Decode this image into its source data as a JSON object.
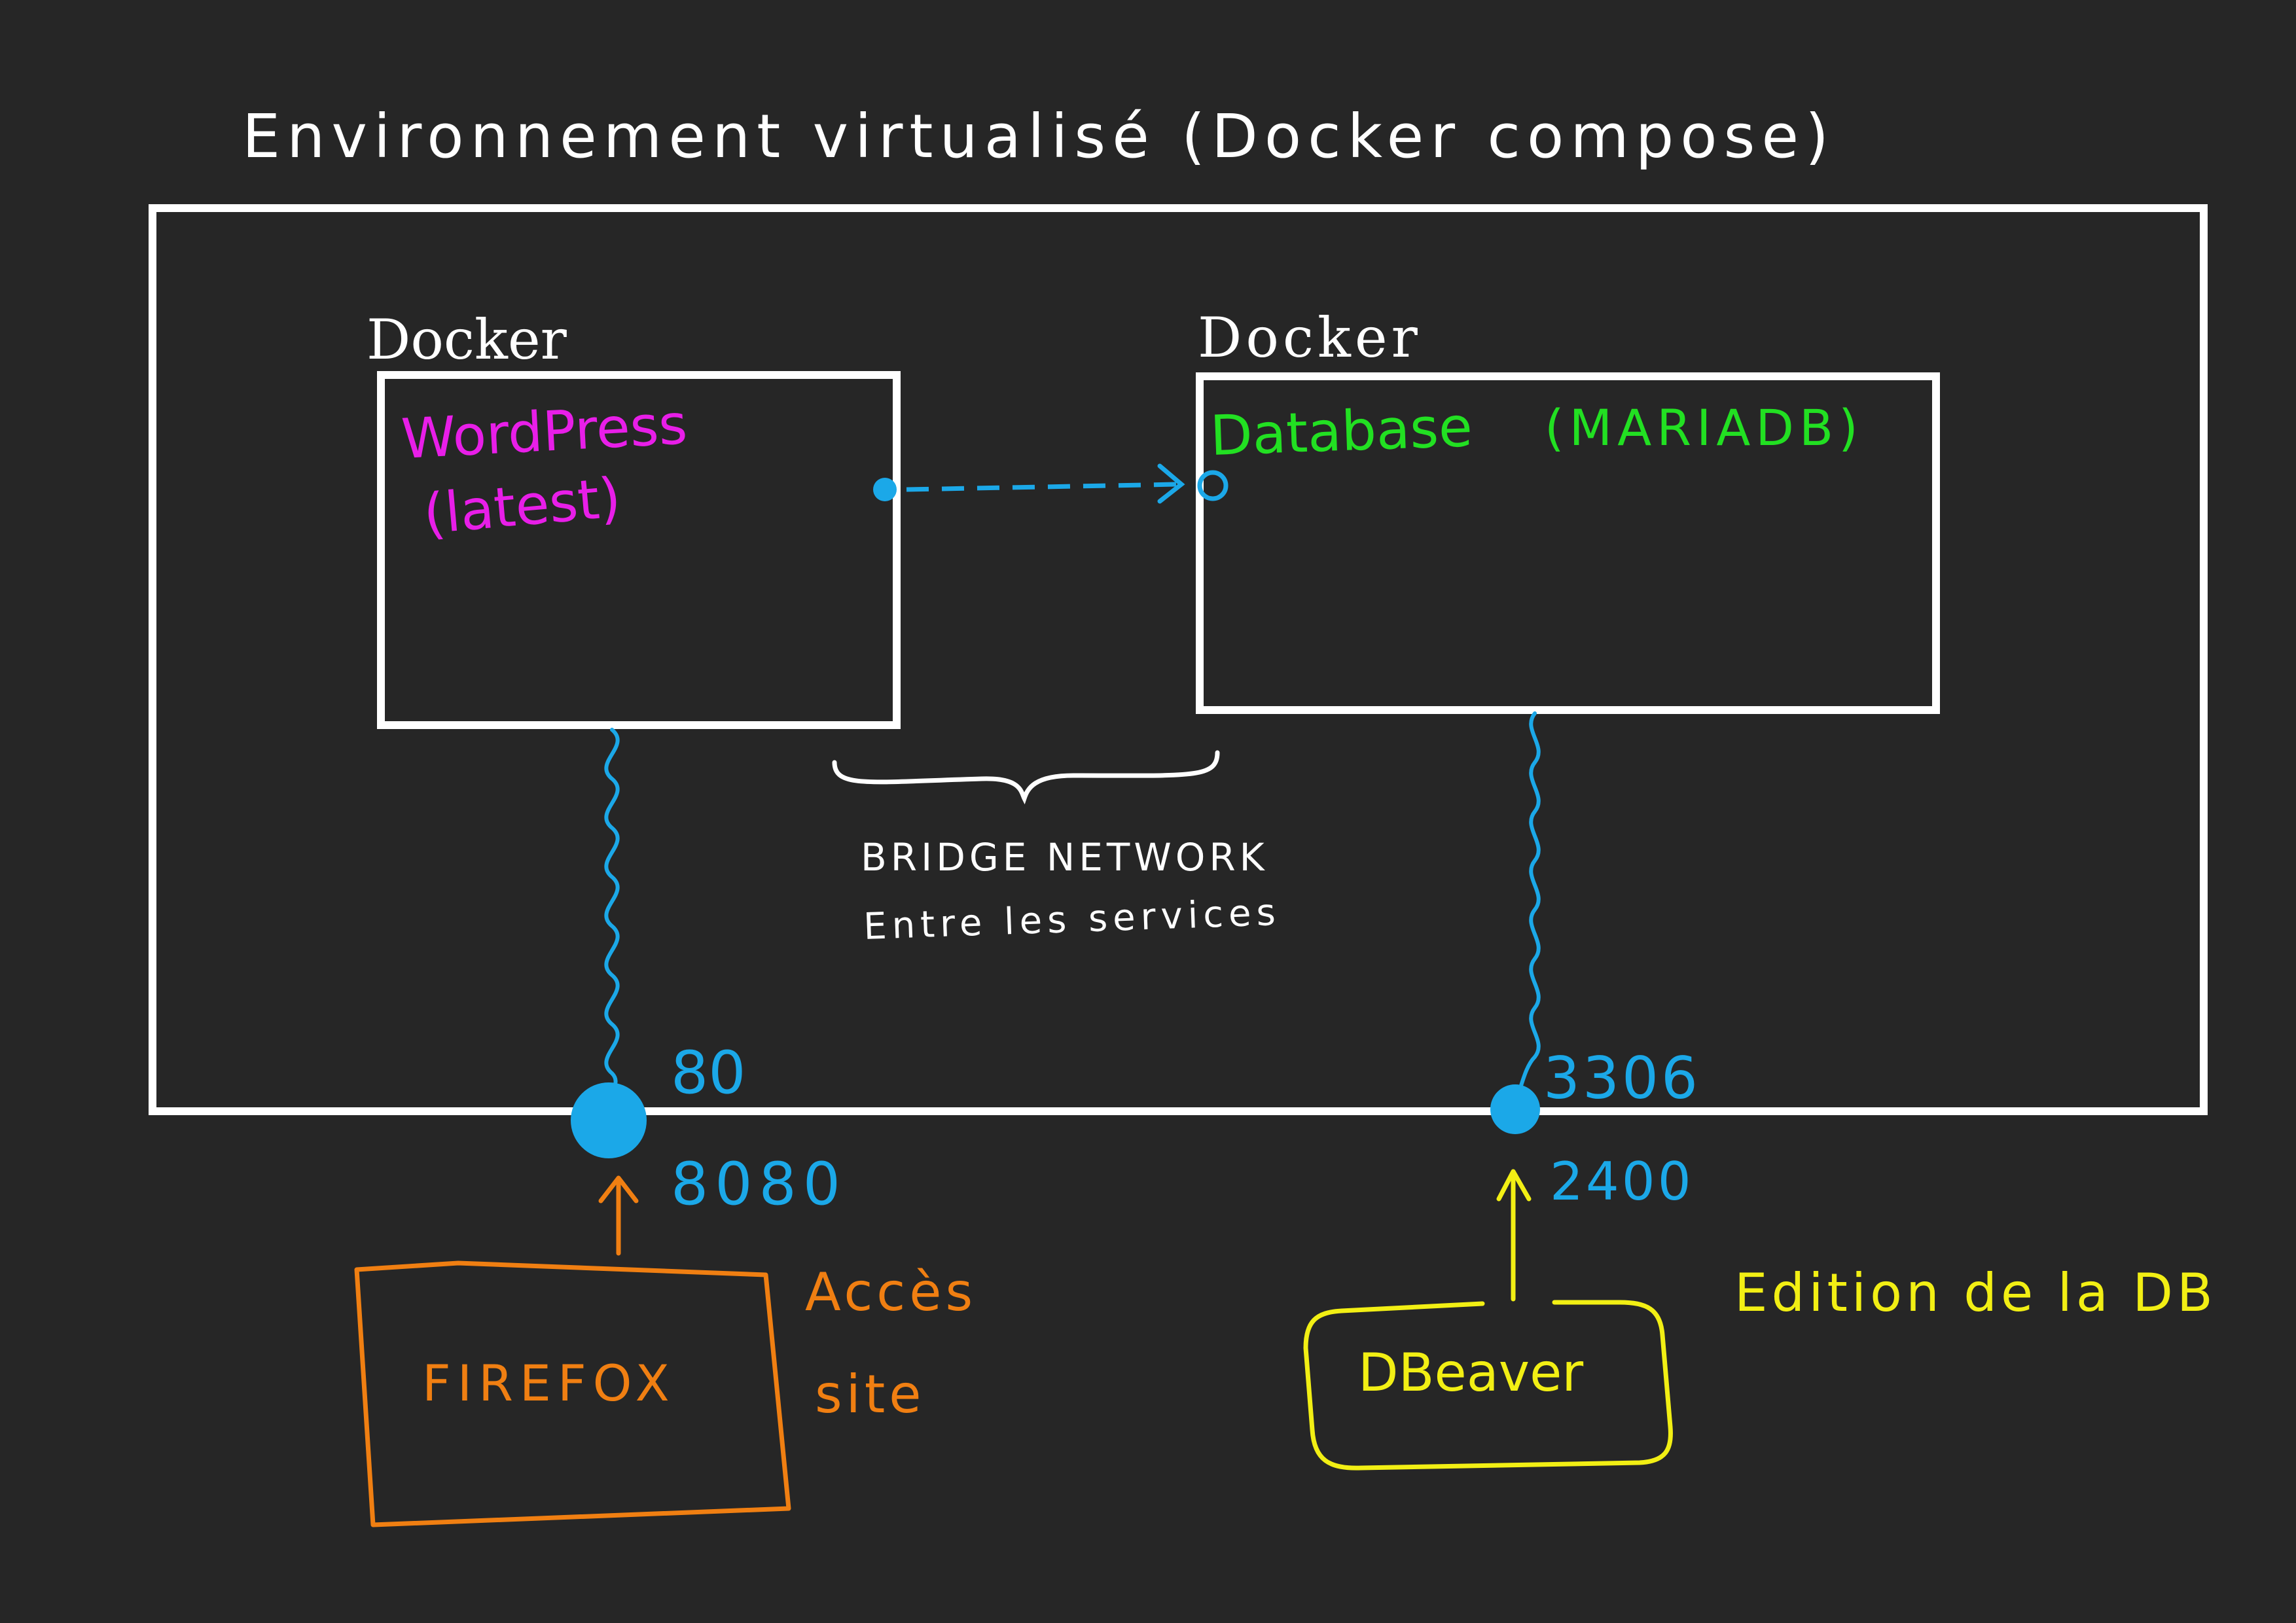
{
  "title": "Environnement virtualisé (Docker compose)",
  "containers": {
    "wordpress": {
      "docker_label": "Docker",
      "name": "WordPress",
      "tag": "(latest)"
    },
    "database": {
      "docker_label": "Docker",
      "name": "Database",
      "engine": "(MARIADB)"
    }
  },
  "network": {
    "line1": "BRIDGE NETWORK",
    "line2": "Entre les services"
  },
  "ports": {
    "wordpress_internal": "80",
    "wordpress_external": "8080",
    "database_internal": "3306",
    "database_external": "2400"
  },
  "clients": {
    "firefox": {
      "name": "FIREFOX",
      "purpose_line1": "Accès",
      "purpose_line2": "site"
    },
    "dbeaver": {
      "name": "DBeaver",
      "purpose": "Edition de la DB"
    }
  },
  "colors": {
    "background": "#262626",
    "outline": "#ffffff",
    "wordpress": "#e81ee8",
    "database": "#22e022",
    "port": "#1ba8e8",
    "firefox": "#f07f12",
    "dbeaver": "#f2ef14"
  }
}
